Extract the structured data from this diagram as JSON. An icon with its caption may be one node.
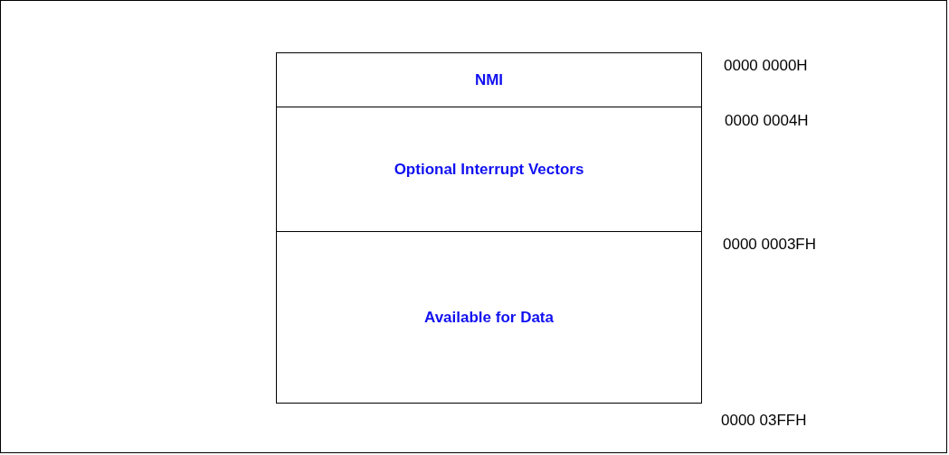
{
  "diagram": {
    "nodes": [
      {
        "text": [
          "NMI"
        ]
      },
      {
        "text": [
          "Optional Interrupt Vectors"
        ]
      },
      {
        "text": [
          "Available for Data"
        ]
      }
    ],
    "labels": [
      "0000 0000H",
      "0000 0004H",
      "0000 0003FH",
      "0000 03FFH"
    ]
  }
}
